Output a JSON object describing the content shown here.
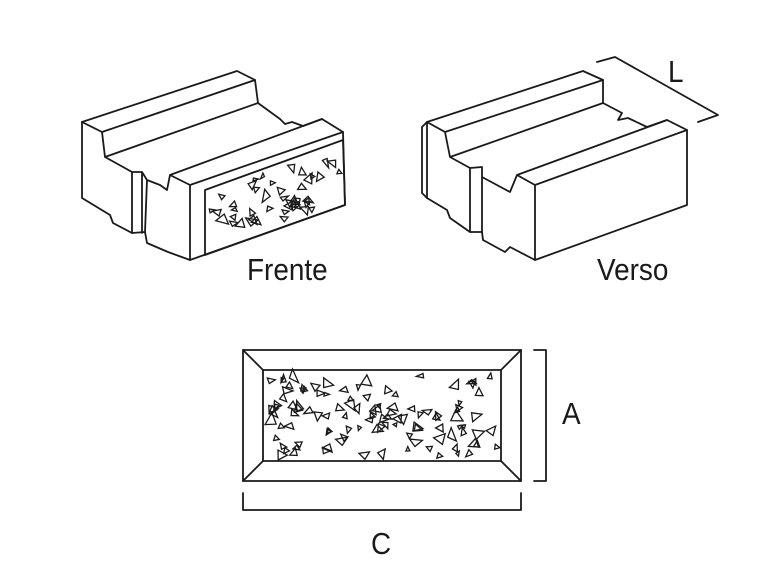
{
  "views": {
    "front_label": "Frente",
    "back_label": "Verso"
  },
  "dimensions": {
    "length_label": "L",
    "height_label": "A",
    "width_label": "C"
  },
  "colors": {
    "line": "#1a1a1a",
    "background": "#ffffff"
  }
}
